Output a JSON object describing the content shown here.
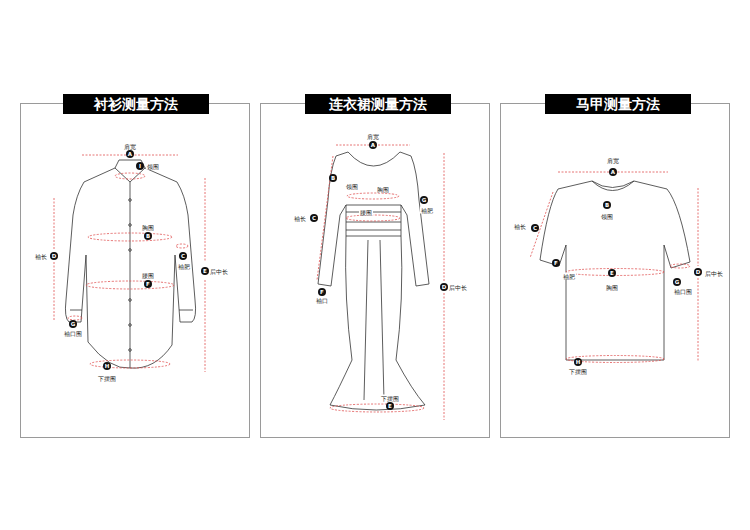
{
  "diagram": {
    "nodes": [
      {
        "text": [
          "衬衫测量方法"
        ]
      },
      {
        "text": [
          "连衣裙测量方法"
        ]
      },
      {
        "text": [
          "马甲测量方法"
        ]
      }
    ],
    "labels": [
      "肩宽",
      "A",
      "I",
      "领围",
      "胸围",
      "B",
      "C",
      "袖肥",
      "D",
      "袖长",
      "E",
      "后中长",
      "腰围",
      "F",
      "G",
      "袖口围",
      "H",
      "下摆围",
      "肩宽",
      "A",
      "B",
      "领围",
      "胸围",
      "G",
      "袖肥",
      "腰围",
      "袖长",
      "C",
      "F",
      "袖口",
      "D",
      "后中长",
      "下摆围",
      "E",
      "肩宽",
      "A",
      "B",
      "领围",
      "袖长",
      "C",
      "F",
      "袖肥",
      "E",
      "胸围",
      "D",
      "后中长",
      "G",
      "袖口围",
      "H",
      "下摆围"
    ]
  }
}
